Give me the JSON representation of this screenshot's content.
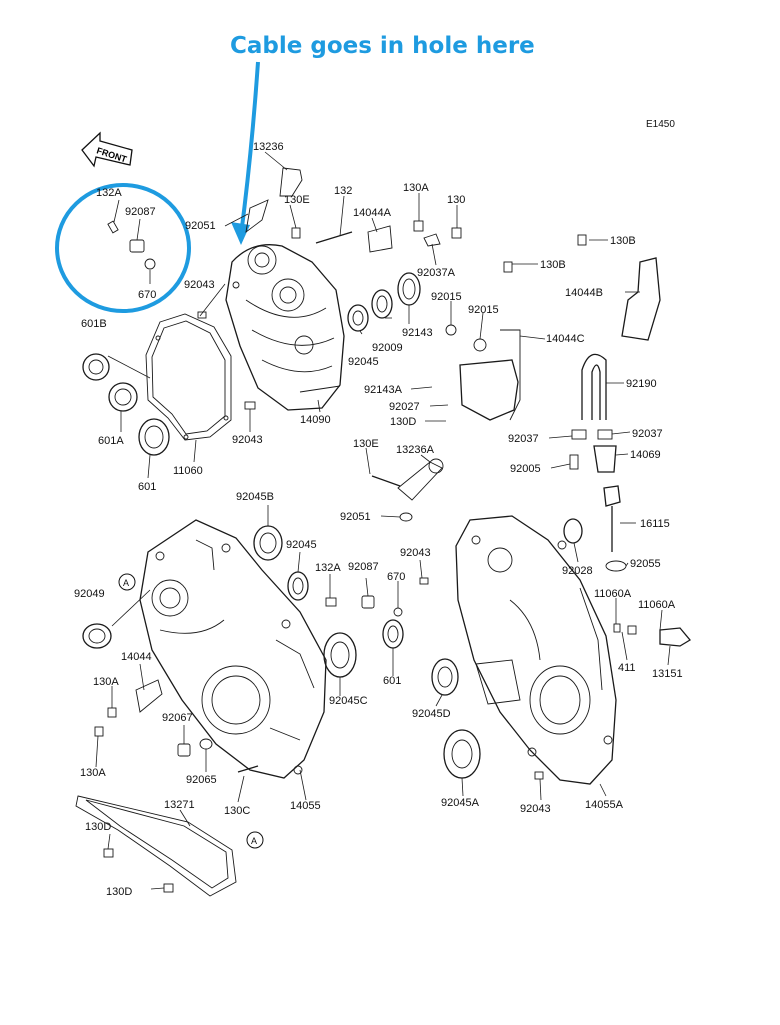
{
  "annotation": {
    "text": "Cable goes in hole here",
    "color": "#1e9be0"
  },
  "diagram_code": "E1450",
  "front_label": "FRONT",
  "section_marks": [
    "A",
    "A",
    "A"
  ],
  "parts": [
    "132A",
    "92087",
    "670",
    "13236",
    "130E",
    "132",
    "130A",
    "130",
    "14044A",
    "92051",
    "92037A",
    "130B",
    "130B",
    "14044B",
    "92043",
    "92015",
    "92015",
    "14044C",
    "601B",
    "92009",
    "92143",
    "92045",
    "92143A",
    "92190",
    "92027",
    "130D",
    "601A",
    "14090",
    "92043",
    "11060",
    "601",
    "130E",
    "13236A",
    "92037",
    "92037",
    "14069",
    "92005",
    "92051",
    "92045B",
    "92045",
    "16115",
    "92043",
    "92028",
    "92055",
    "92049",
    "132A",
    "92087",
    "670",
    "11060A",
    "11060A",
    "14044",
    "411",
    "13151",
    "130A",
    "601",
    "92045C",
    "92067",
    "92045D",
    "130A",
    "92065",
    "130C",
    "14055",
    "92045A",
    "92043",
    "14055A",
    "13271",
    "130D",
    "130D"
  ]
}
